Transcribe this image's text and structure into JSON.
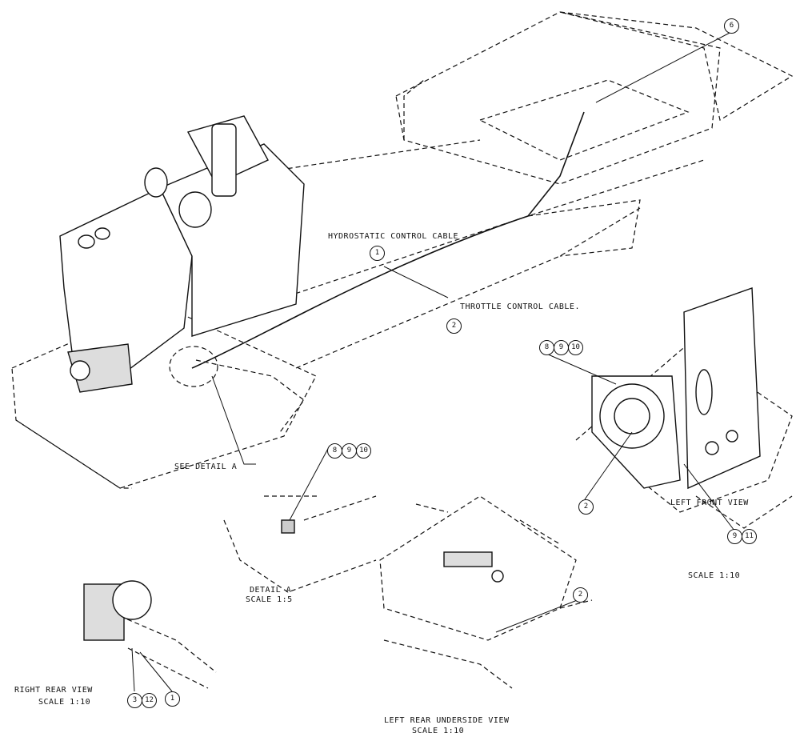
{
  "labels": {
    "hydrostatic_cable": "HYDROSTATIC CONTROL CABLE",
    "throttle_cable": "THROTTLE CONTROL CABLE.",
    "see_detail": "SEE DETAIL  A",
    "detail_a": "DETAIL  A",
    "detail_a_scale": "SCALE  1:5",
    "right_rear": "RIGHT REAR VIEW",
    "right_rear_scale": "SCALE  1:10",
    "left_rear": "LEFT REAR UNDERSIDE VIEW",
    "left_rear_scale": "SCALE  1:10",
    "left_front": "LEFT FRONT VIEW",
    "left_front_scale": "SCALE  1:10"
  },
  "balloons": {
    "b6": "6",
    "b1_main": "1",
    "b2_main": "2",
    "b8_lf": "8",
    "b9_lf": "9",
    "b10_lf": "10",
    "b2_lf": "2",
    "b9_lf_bottom": "9",
    "b11_lf": "11",
    "b8_da": "8",
    "b9_da": "9",
    "b10_da": "10",
    "b2_lr": "2",
    "b3_rr": "3",
    "b12_rr": "12",
    "b1_rr": "1"
  }
}
